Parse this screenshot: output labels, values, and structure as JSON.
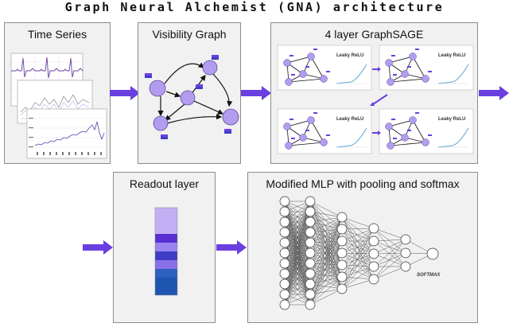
{
  "title": "Graph Neural Alchemist (GNA) architecture",
  "panels": {
    "time_series": "Time Series",
    "visibility_graph": "Visibility Graph",
    "graphsage": "4 layer GraphSAGE",
    "readout": "Readout layer",
    "mlp": "Modified MLP with pooling and softmax"
  },
  "activation_label": "Leaky ReLU",
  "softmax_label": "SOFTMAX",
  "colors": {
    "arrow": "#6a3fe0",
    "node": "#b39cf0",
    "node_stroke": "#5d4a99",
    "readout": [
      "#c2b0f5",
      "#c2b0f5",
      "#c2b0f5",
      "#5a2fd0",
      "#9a84ee",
      "#3e3ec4",
      "#8a70e8",
      "#2c5fc0",
      "#1d55b0",
      "#1d55b0"
    ]
  }
}
